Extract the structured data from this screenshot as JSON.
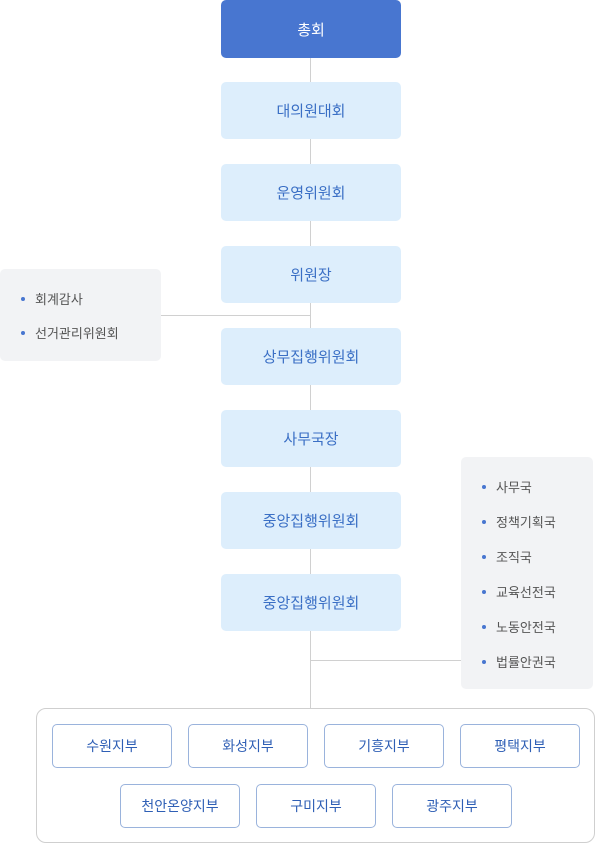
{
  "org": {
    "top": "총회",
    "levels": [
      "대의원대회",
      "운영위원회",
      "위원장",
      "상무집행위원회",
      "사무국장",
      "중앙집행위원회",
      "중앙집행위원회"
    ]
  },
  "left_panel": {
    "items": [
      "회계감사",
      "선거관리위원회"
    ]
  },
  "right_panel": {
    "items": [
      "사무국",
      "정책기획국",
      "조직국",
      "교육선전국",
      "노동안전국",
      "법률안권국"
    ]
  },
  "branches": {
    "row1": [
      "수원지부",
      "화성지부",
      "기흥지부",
      "평택지부"
    ],
    "row2": [
      "천안온양지부",
      "구미지부",
      "광주지부"
    ]
  },
  "colors": {
    "top_box": "#4876d0",
    "level_box": "#ddeefc",
    "level_text": "#3a6fc5",
    "side_panel": "#f2f3f5",
    "bullet": "#4876d0",
    "branch_border": "#9ab3dc"
  }
}
